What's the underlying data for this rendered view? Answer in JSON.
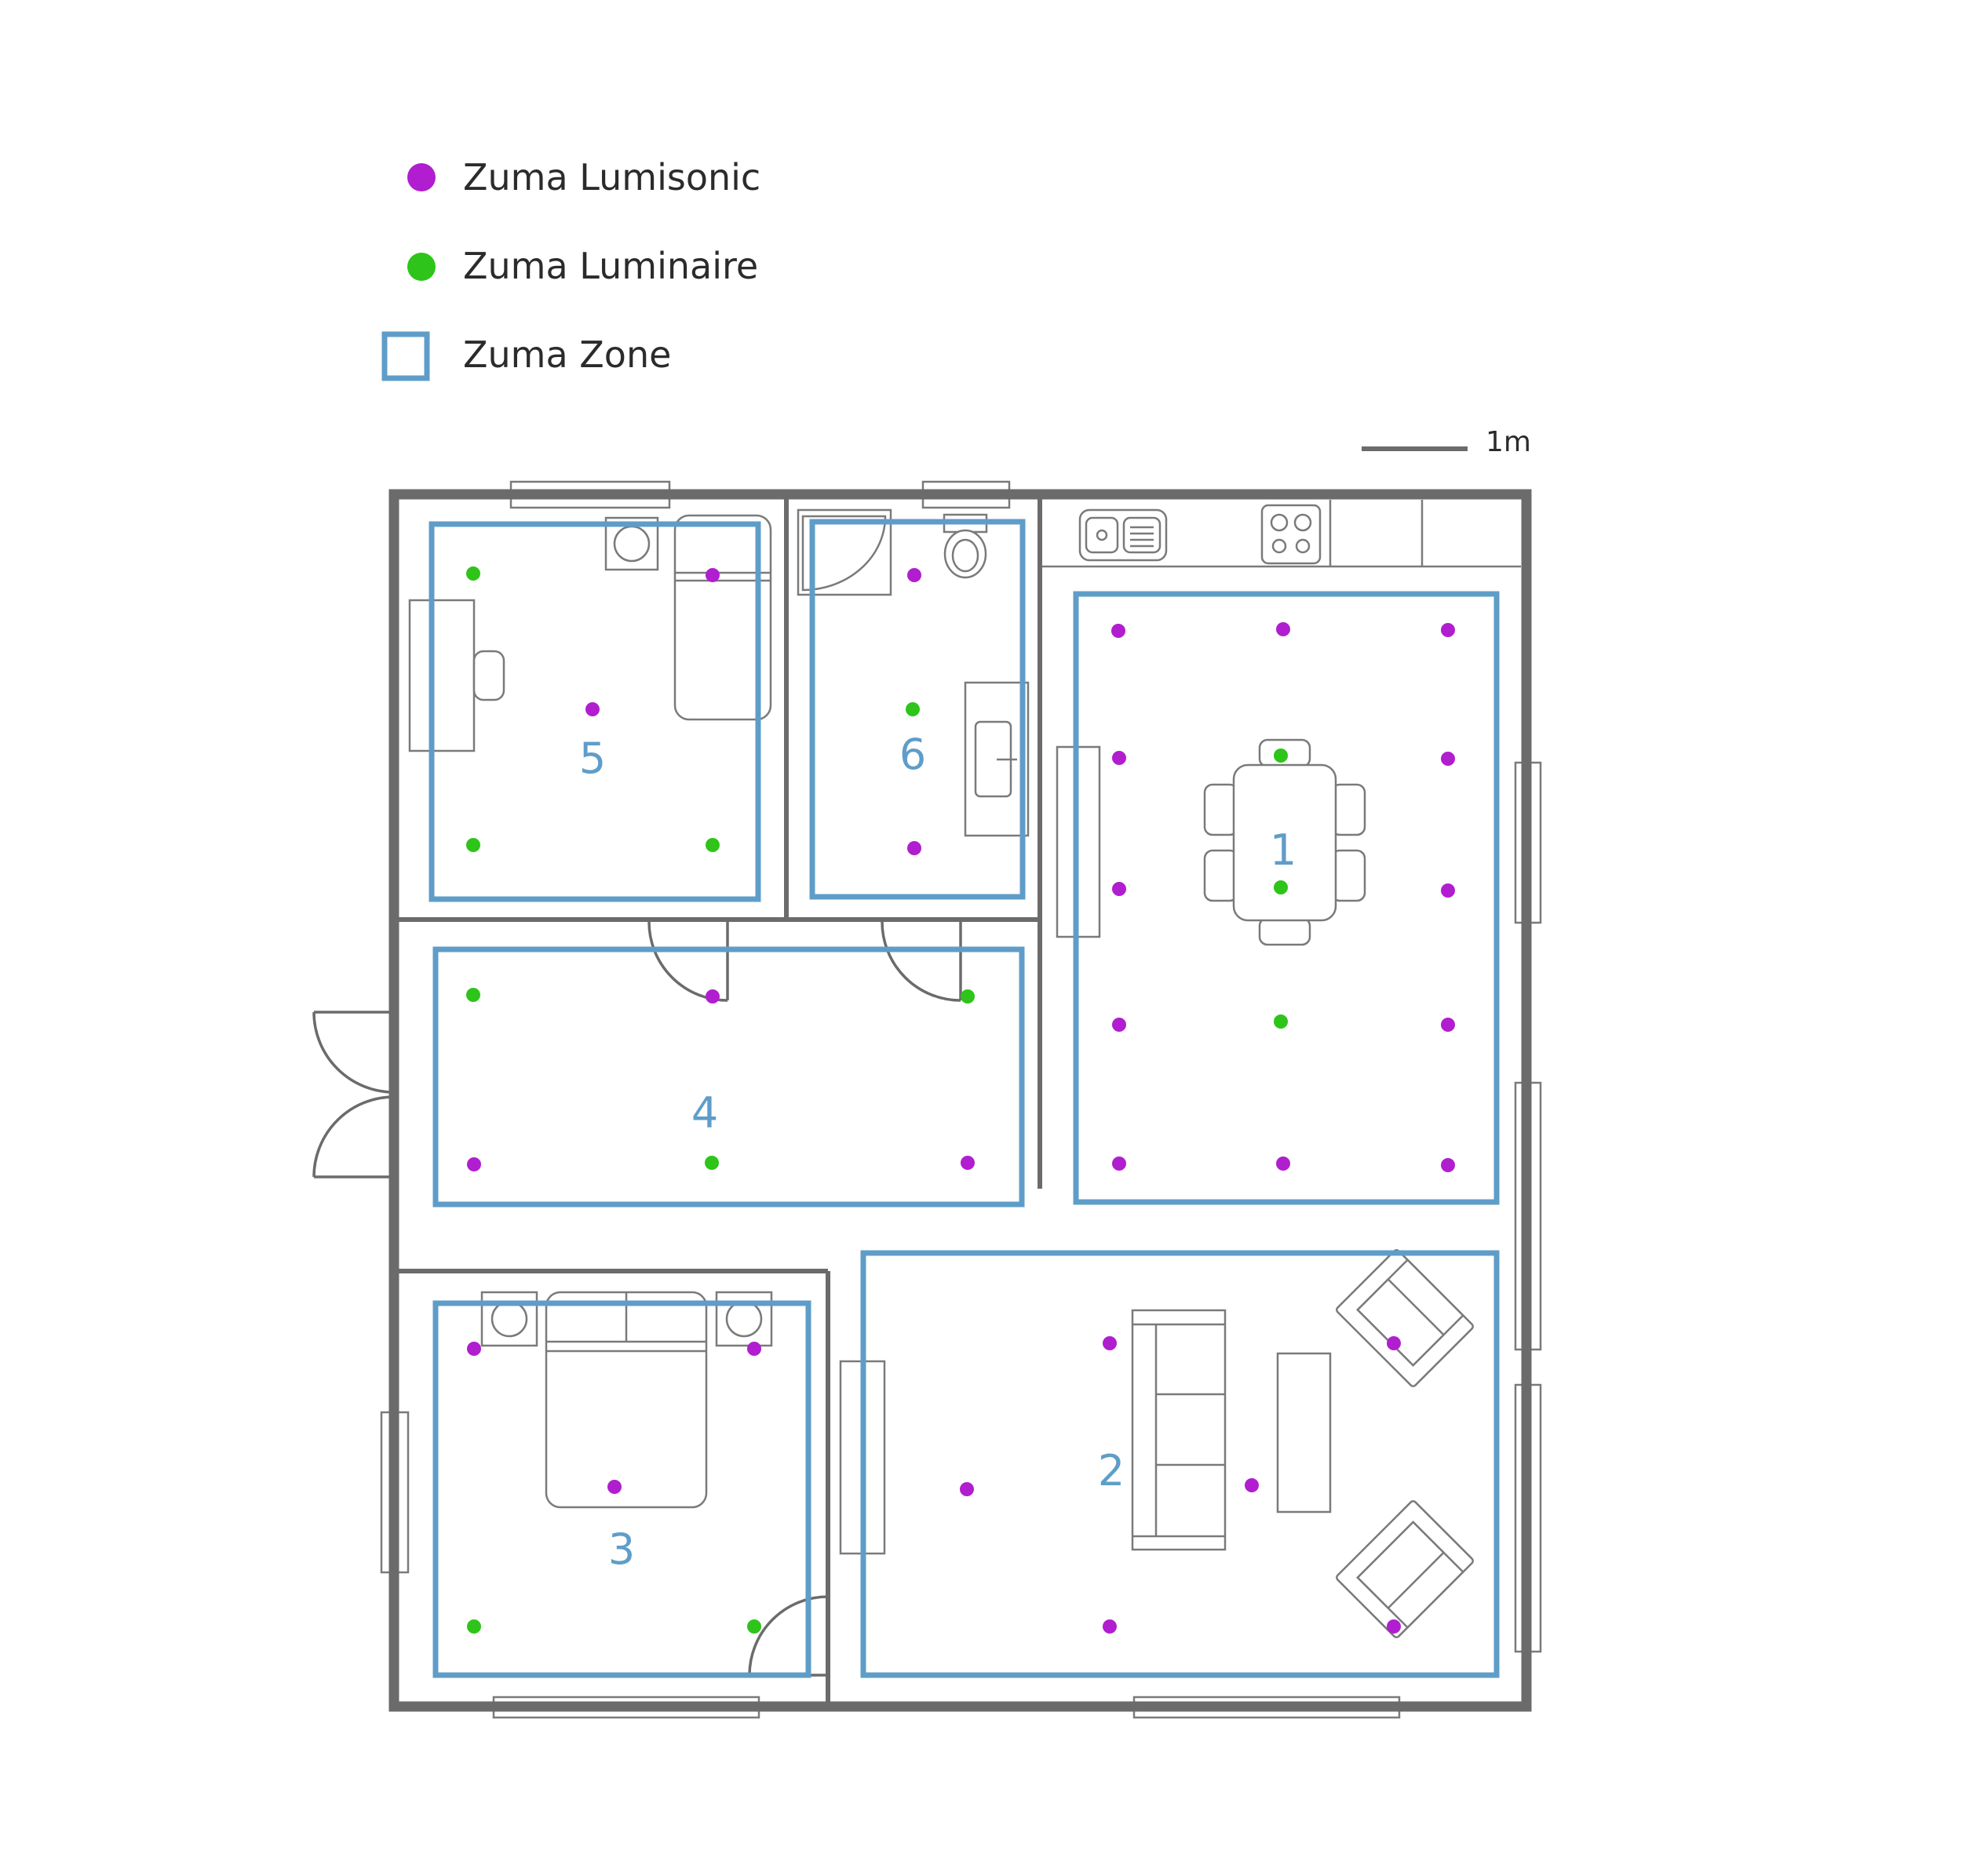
{
  "legend": {
    "lumisonic": {
      "label": "Zuma Lumisonic",
      "color": "#b01ecf"
    },
    "luminaire": {
      "label": "Zuma Luminaire",
      "color": "#2ec41a"
    },
    "zone": {
      "label": "Zuma Zone",
      "color": "#5f9dc9"
    }
  },
  "scale": {
    "label": "1m"
  },
  "zones": [
    {
      "id": "1",
      "label": "1"
    },
    {
      "id": "2",
      "label": "2"
    },
    {
      "id": "3",
      "label": "3"
    },
    {
      "id": "4",
      "label": "4"
    },
    {
      "id": "5",
      "label": "5"
    },
    {
      "id": "6",
      "label": "6"
    }
  ],
  "colors": {
    "wall": "#6b6b6b",
    "furniture": "#7a7a7a"
  }
}
